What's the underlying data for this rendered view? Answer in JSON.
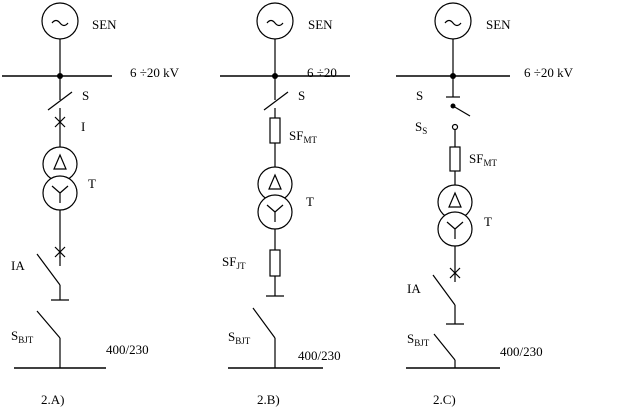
{
  "diagram_a": {
    "source_label": "SEN",
    "voltage_label": "6 ÷20 kV",
    "switch_label": "S",
    "breaker_label": "I",
    "transformer_label": "T",
    "ia_label": "IA",
    "sbjt_main": "S",
    "sbjt_sub": "BJT",
    "lv_voltage_label": "400/230",
    "caption": "2.A)"
  },
  "diagram_b": {
    "source_label": "SEN",
    "voltage_label": "6 ÷20",
    "switch_label": "S",
    "sfmt_main": "SF",
    "sfmt_sub": "MT",
    "transformer_label": "T",
    "sfjt_main": "SF",
    "sfjt_sub": "JT",
    "sbjt_main": "S",
    "sbjt_sub": "BJT",
    "lv_voltage_label": "400/230",
    "caption": "2.B)"
  },
  "diagram_c": {
    "source_label": "SEN",
    "voltage_label": "6 ÷20 kV",
    "switch_label": "S",
    "ss_main": "S",
    "ss_sub": "S",
    "sfmt_main": "SF",
    "sfmt_sub": "MT",
    "transformer_label": "T",
    "ia_label": "IA",
    "sbjt_main": "S",
    "sbjt_sub": "BJT",
    "lv_voltage_label": "400/230",
    "caption": "2.C)"
  }
}
